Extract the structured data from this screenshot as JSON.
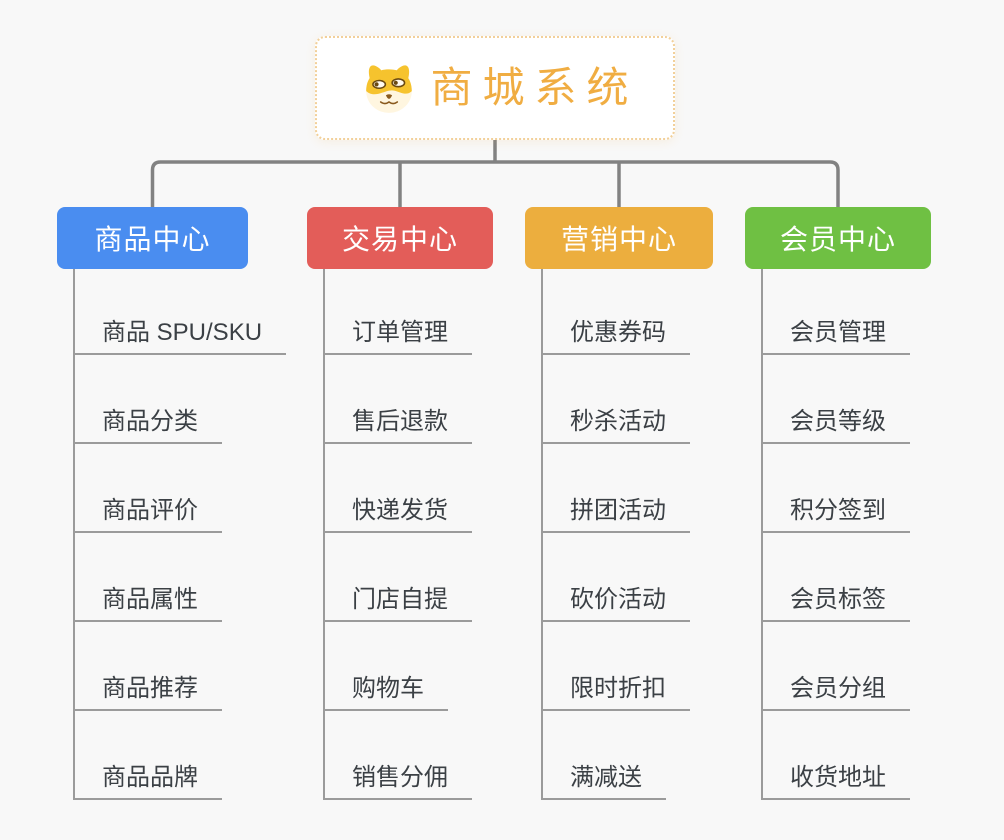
{
  "colors": {
    "background": "#f8f8f8",
    "connector": "#828282",
    "leaf_line": "#9b9b9b",
    "leaf_text": "#3b4045",
    "root_text": "#f0ad42",
    "root_border": "#f2d09a"
  },
  "root": {
    "title": "商城系统",
    "icon": "doge-icon"
  },
  "branches": [
    {
      "label": "商品中心",
      "color": "#4a8df0",
      "children": [
        "商品 SPU/SKU",
        "商品分类",
        "商品评价",
        "商品属性",
        "商品推荐",
        "商品品牌"
      ]
    },
    {
      "label": "交易中心",
      "color": "#e35d59",
      "children": [
        "订单管理",
        "售后退款",
        "快递发货",
        "门店自提",
        "购物车",
        "销售分佣"
      ]
    },
    {
      "label": "营销中心",
      "color": "#ecae3e",
      "children": [
        "优惠券码",
        "秒杀活动",
        "拼团活动",
        "砍价活动",
        "限时折扣",
        "满减送"
      ]
    },
    {
      "label": "会员中心",
      "color": "#6fc043",
      "children": [
        "会员管理",
        "会员等级",
        "积分签到",
        "会员标签",
        "会员分组",
        "收货地址"
      ]
    }
  ]
}
